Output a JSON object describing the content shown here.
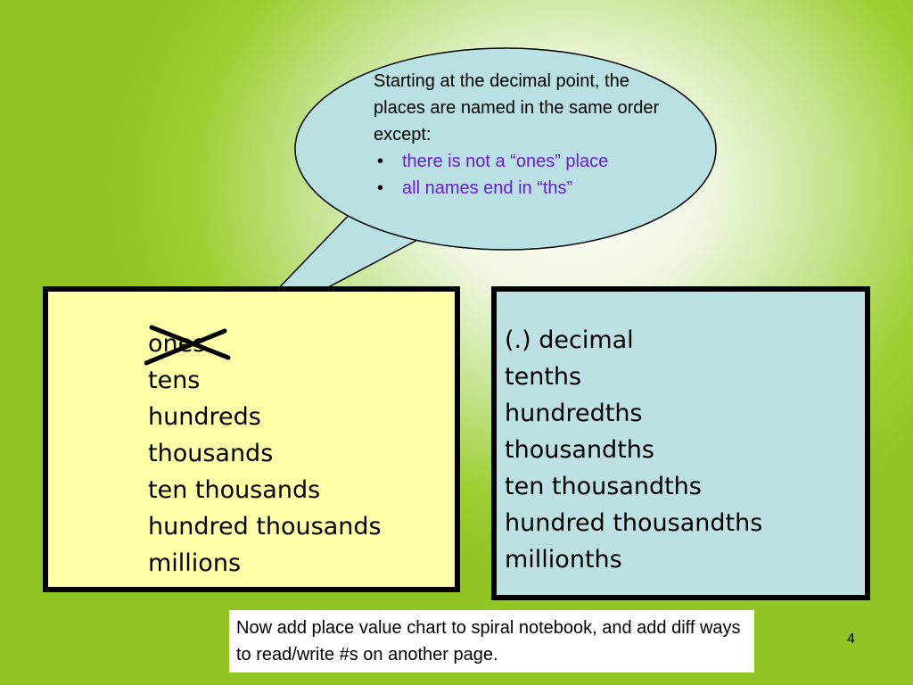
{
  "callout": {
    "intro": "Starting at the decimal point, the places are named in the same order except:",
    "bullets": [
      "there is not a “ones” place",
      "all names end in “ths”"
    ],
    "fill_color": "#b9e0e3",
    "bullet_text_color": "#6a1bd6"
  },
  "whole_places": {
    "fill_color": "#ffffa8",
    "items": [
      "ones",
      "tens",
      "hundreds",
      "thousands",
      "ten thousands",
      "hundred thousands",
      "millions"
    ]
  },
  "decimal_places": {
    "fill_color": "#bde0e2",
    "items": [
      "(.) decimal",
      "tenths",
      "hundredths",
      "thousandths",
      "ten thousandths",
      "hundred thousandths",
      "millionths"
    ]
  },
  "note": {
    "text": "Now add place value chart to spiral notebook, and add diff ways to read/write #s on another page."
  },
  "page_number": "4"
}
